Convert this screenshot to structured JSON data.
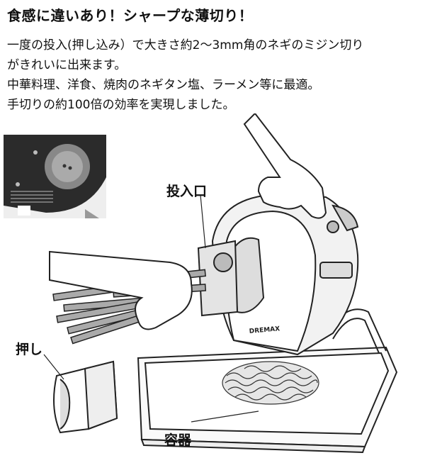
{
  "title": "食感に違いあり！シャープな薄切り！",
  "description": [
    "一度の投入(押し込み）で大きさ約2～3mm角のネギのミジン切り",
    "がきれいに出来ます。",
    "中華料理、洋食、焼肉のネギタン塩、ラーメン等に最適。",
    "手切りの約100倍の効率を実現しました。"
  ],
  "labels": {
    "inlet": "投入口",
    "pusher": "押し",
    "container": "容器"
  },
  "brand": "DREMAX"
}
